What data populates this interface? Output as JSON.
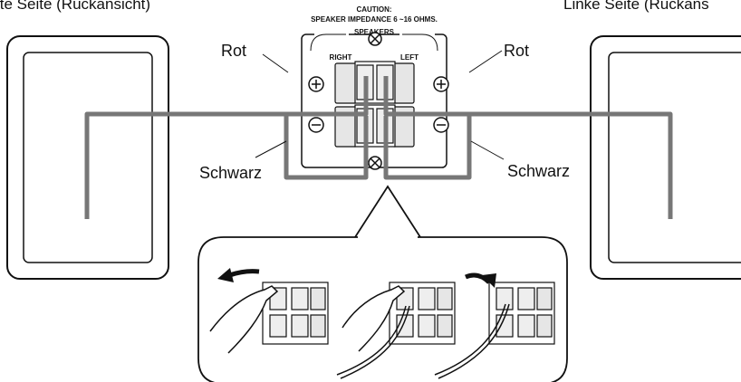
{
  "heading_left": "ite Seite (Rückansicht)",
  "heading_right": "Linke Seite (Rückans",
  "caution_title": "CAUTION:",
  "caution_text": "SPEAKER IMPEDANCE 6 ~16 OHMS.",
  "speakers_label": "SPEAKERS",
  "right_label": "RIGHT",
  "left_label": "LEFT",
  "label_red_left": "Rot",
  "label_red_right": "Rot",
  "label_black_left": "Schwarz",
  "label_black_right": "Schwarz",
  "colors": {
    "line": "#111111",
    "wire": "#777777",
    "terminal": "#e6e6e6"
  }
}
